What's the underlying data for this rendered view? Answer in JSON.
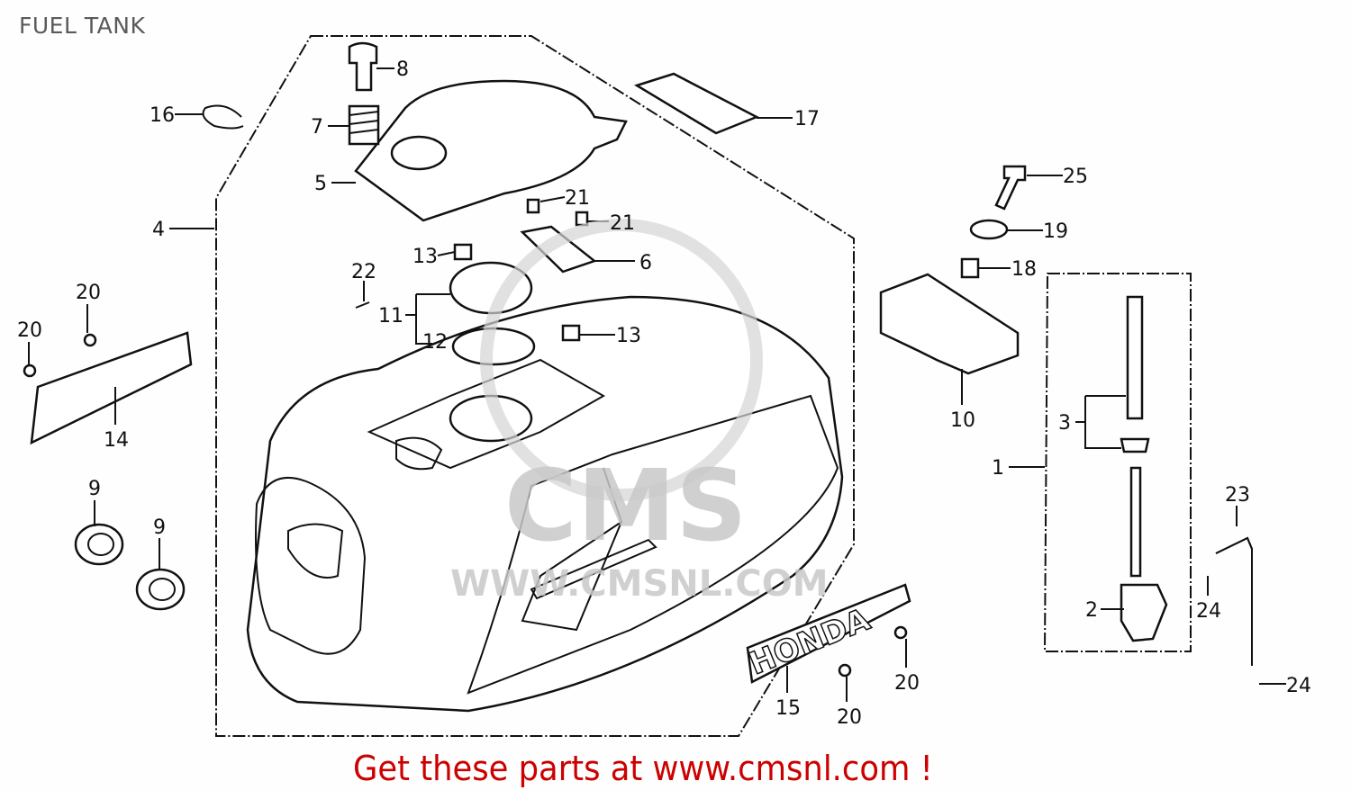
{
  "header": {
    "title": "FUEL TANK"
  },
  "watermark": {
    "brand": "CMS",
    "url": "WWW.CMSNL.COM"
  },
  "emblem": {
    "text": "HONDA"
  },
  "callouts": [
    "8",
    "16",
    "7",
    "17",
    "5",
    "21",
    "21",
    "25",
    "4",
    "19",
    "13",
    "6",
    "22",
    "18",
    "20",
    "11",
    "20",
    "12",
    "13",
    "10",
    "3",
    "14",
    "1",
    "9",
    "23",
    "9",
    "2",
    "24",
    "20",
    "24",
    "15",
    "20"
  ],
  "footer": {
    "text": "Get these parts at www.cmsnl.com !"
  }
}
